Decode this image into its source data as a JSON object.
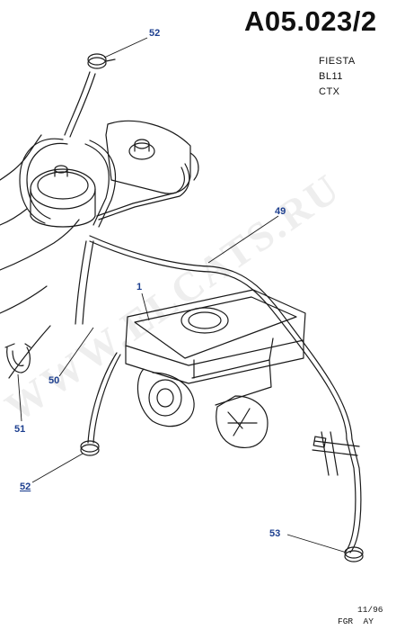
{
  "header": {
    "diagram_code": "A05.023/2",
    "model_lines": [
      "FIESTA",
      "BL11",
      "CTX"
    ]
  },
  "callouts": {
    "c1": "1",
    "c49": "49",
    "c50": "50",
    "c51": "51",
    "c52_top": "52",
    "c52_bottom": "52",
    "c53": "53"
  },
  "footer": {
    "date": "11/96",
    "code": "FGR  AY"
  },
  "watermark": "WWW.ELCATS.RU",
  "colors": {
    "line": "#1a1a1a",
    "callout": "#1d3f8f",
    "watermark": "#cfcfcf"
  }
}
